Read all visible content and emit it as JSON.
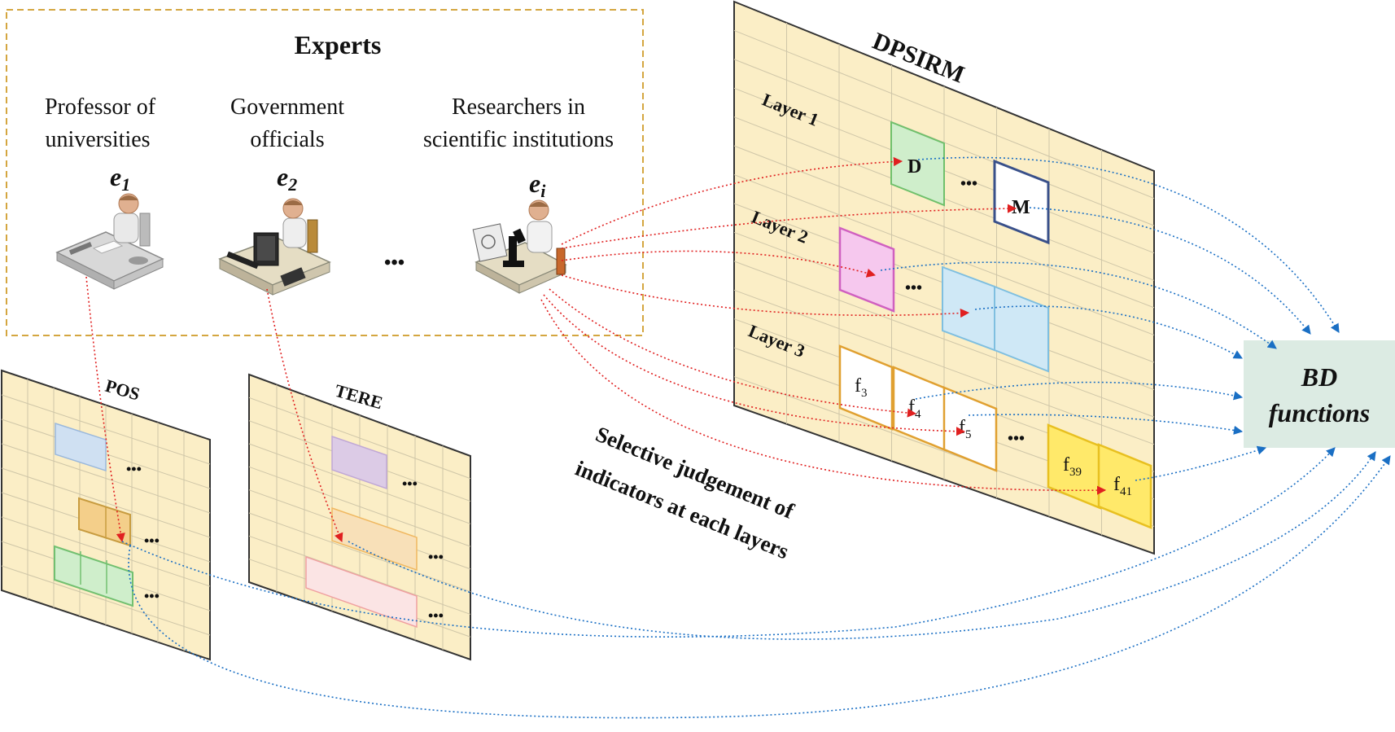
{
  "experts": {
    "title": "Experts",
    "groups": [
      {
        "line1": "Professor of",
        "line2": "universities",
        "symbol": "e",
        "sub": "1",
        "icon": "professor-desk-icon"
      },
      {
        "line1": "Government",
        "line2": "officials",
        "symbol": "e",
        "sub": "2",
        "icon": "official-computer-desk-icon"
      },
      {
        "line1": "Researchers in",
        "line2": "scientific institutions",
        "symbol": "e",
        "sub": "i",
        "icon": "researcher-microscope-icon"
      }
    ],
    "ellipsis": "•••"
  },
  "dpsirm": {
    "title": "DPSIRM",
    "layers": [
      "Layer 1",
      "Layer 2",
      "Layer 3"
    ],
    "layer1_cells": [
      "D",
      "M"
    ],
    "layer3_cells": [
      {
        "base": "f",
        "sub": "3"
      },
      {
        "base": "f",
        "sub": "4"
      },
      {
        "base": "f",
        "sub": "5"
      },
      {
        "base": "f",
        "sub": "39"
      },
      {
        "base": "f",
        "sub": "41"
      }
    ],
    "ellipsis": "•••"
  },
  "pos": {
    "title": "POS",
    "ellipsis": "•••"
  },
  "tere": {
    "title": "TERE",
    "ellipsis": "•••"
  },
  "annotation": {
    "line1": "Selective judgement of",
    "line2": "indicators at each layers"
  },
  "target": {
    "line1": "BD",
    "line2": "functions"
  },
  "colors": {
    "grid_fill": "#fbeec6",
    "grid_line": "#cfc6a8",
    "dashed_frame": "#d4a640",
    "red_arrow": "#e02020",
    "blue_arrow": "#1a6fc4",
    "target_box": "#dcebe3",
    "green_cell": "#cfeecb",
    "pink_cell": "#f6c8ee",
    "blue_cell": "#cfe8f6",
    "yellow_cell": "#ffe96a",
    "purple_cell": "#dccbe6",
    "orange_cell": "#f8d9a6"
  }
}
